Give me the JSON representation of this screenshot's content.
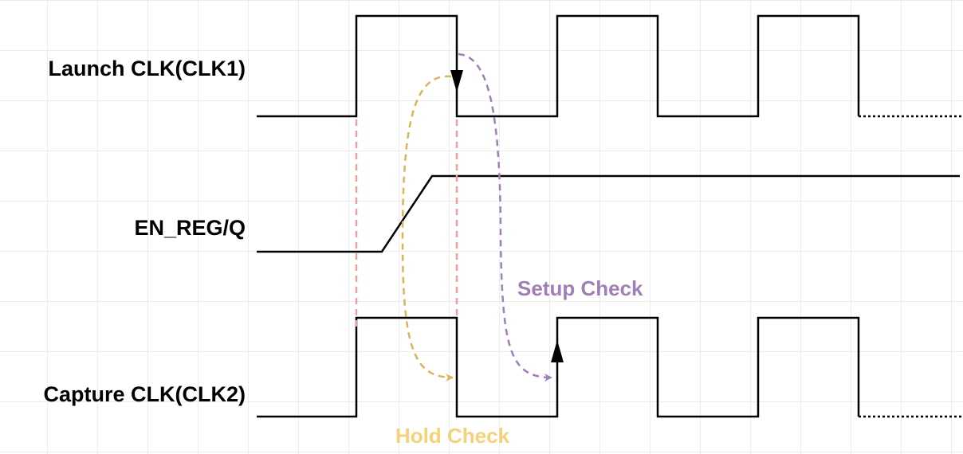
{
  "signals": {
    "launch_clk": "Launch CLK(CLK1)",
    "en_reg_q": "EN_REG/Q",
    "capture_clk": "Capture CLK(CLK2)"
  },
  "annotations": {
    "setup_check": "Setup Check",
    "hold_check": "Hold Check"
  },
  "colors": {
    "waveform": "#000000",
    "setup": "#a07fb8",
    "hold": "#d6b656",
    "reference": "#e8a0a0",
    "grid": "#ececec"
  }
}
